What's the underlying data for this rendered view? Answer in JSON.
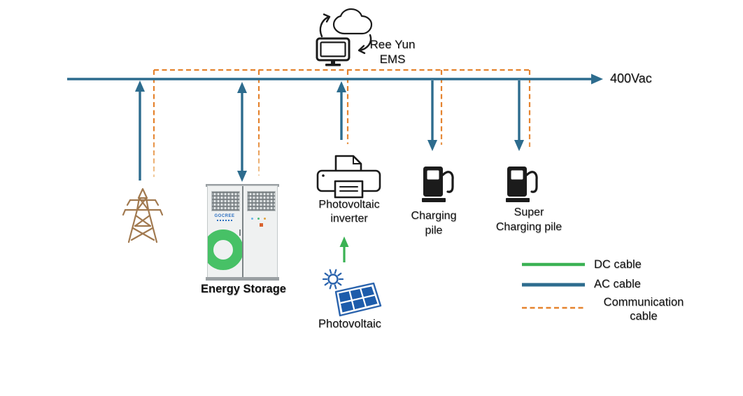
{
  "colors": {
    "ac_cable": "#2d6c8e",
    "dc_cable": "#3bb254",
    "comm_cable": "#e5832e",
    "tower_brown": "#a1794f",
    "icon_black": "#1b1b1b",
    "panel_blue": "#2a63ad",
    "panel_cell_blue": "#1d5cab",
    "ring_green": "#47c166",
    "text_black": "#111111"
  },
  "ems": {
    "label": "Ree Yun\nEMS"
  },
  "bus": {
    "label": "400Vac"
  },
  "nodes": {
    "energy_storage": {
      "label": "Energy Storage",
      "brand": "GOCREE"
    },
    "pv_inverter": {
      "label": "Photovoltaic\ninverter"
    },
    "photovoltaic": {
      "label": "Photovoltaic"
    },
    "charging_pile": {
      "label": "Charging\npile"
    },
    "super_charging_pile": {
      "label": "Super\nCharging pile"
    }
  },
  "legend": {
    "dc": {
      "label": "DC cable"
    },
    "ac": {
      "label": "AC cable"
    },
    "comm": {
      "label": "Communication\ncable"
    }
  },
  "icons": [
    "cloud-icon",
    "monitor-icon",
    "sync-arrow-icon",
    "transmission-tower-icon",
    "battery-cabinet-icon",
    "printer-inverter-icon",
    "solar-panel-icon",
    "fuel-pump-icon"
  ]
}
